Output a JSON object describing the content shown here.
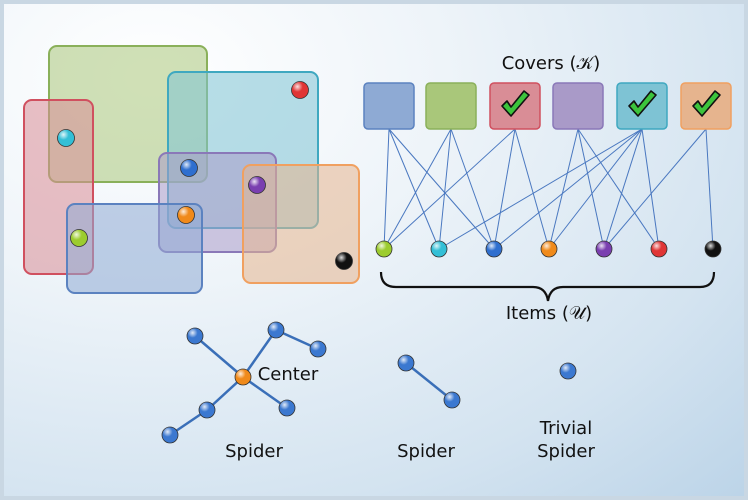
{
  "labels": {
    "covers": "Covers (𝒦)",
    "items": "Items (𝒰)",
    "center": "Center",
    "spider_1": "Spider",
    "spider_2": "Spider",
    "trivial_line1": "Trivial",
    "trivial_line2": "Spider"
  },
  "cover_sets": [
    {
      "name": "green",
      "fill": "#a9c77a",
      "stroke": "#8ab05a",
      "checked": false
    },
    {
      "name": "red",
      "fill": "#d98d96",
      "stroke": "#d0505f",
      "checked": true
    },
    {
      "name": "teal",
      "fill": "#7ec3d4",
      "stroke": "#3fa8c0",
      "checked": true
    },
    {
      "name": "purple",
      "fill": "#a99ac8",
      "stroke": "#8a78b8",
      "checked": false
    },
    {
      "name": "blue",
      "fill": "#8eaad4",
      "stroke": "#5b82c0",
      "checked": false
    },
    {
      "name": "orange",
      "fill": "#e6b48e",
      "stroke": "#f0a060",
      "checked": true
    }
  ],
  "cover_boxes": [
    {
      "fill": "#8eaad4",
      "stroke": "#5b82c0",
      "checked": false
    },
    {
      "fill": "#a9c77a",
      "stroke": "#8ab05a",
      "checked": false
    },
    {
      "fill": "#d98d96",
      "stroke": "#d0505f",
      "checked": true
    },
    {
      "fill": "#a99ac8",
      "stroke": "#8a78b8",
      "checked": false
    },
    {
      "fill": "#7ec3d4",
      "stroke": "#3fa8c0",
      "checked": true
    },
    {
      "fill": "#e6b48e",
      "stroke": "#f0a060",
      "checked": true
    }
  ],
  "items": [
    {
      "color": "#9ccc2e"
    },
    {
      "color": "#33bfd6"
    },
    {
      "color": "#2f6fcf"
    },
    {
      "color": "#f08a1a"
    },
    {
      "color": "#7a3fb0"
    },
    {
      "color": "#e03535"
    },
    {
      "color": "#111111"
    }
  ],
  "edges": [
    [
      0,
      0
    ],
    [
      0,
      1
    ],
    [
      0,
      2
    ],
    [
      1,
      0
    ],
    [
      1,
      1
    ],
    [
      1,
      2
    ],
    [
      2,
      0
    ],
    [
      2,
      2
    ],
    [
      2,
      3
    ],
    [
      3,
      3
    ],
    [
      3,
      4
    ],
    [
      3,
      5
    ],
    [
      4,
      1
    ],
    [
      4,
      2
    ],
    [
      4,
      3
    ],
    [
      4,
      4
    ],
    [
      4,
      5
    ],
    [
      5,
      4
    ],
    [
      5,
      6
    ]
  ],
  "colors": {
    "node_blue": "#3b78d0",
    "node_center": "#f08a1a",
    "spider_edge": "#3a6fb8",
    "check": "#3cc43c",
    "edge": "#4a78c0"
  }
}
